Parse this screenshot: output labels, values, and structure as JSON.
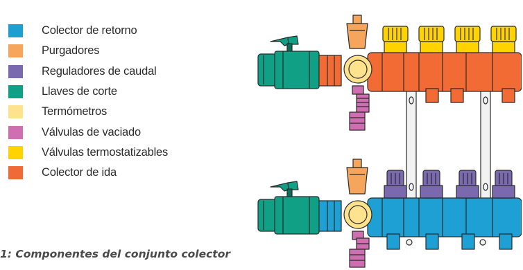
{
  "legend": [
    {
      "label": "Colector de retorno",
      "color": "#1f9ed1"
    },
    {
      "label": "Purgadores",
      "color": "#f6a65c"
    },
    {
      "label": "Reguladores de caudal",
      "color": "#7b69b0"
    },
    {
      "label": "Llaves de corte",
      "color": "#10a085"
    },
    {
      "label": "Termómetros",
      "color": "#ffe28d"
    },
    {
      "label": "Válvulas de vaciado",
      "color": "#cf6fb1"
    },
    {
      "label": "Válvulas termostatizables",
      "color": "#ffd300"
    },
    {
      "label": "Colector de ida",
      "color": "#f06a38"
    }
  ],
  "caption": "1: Componentes del conjunto colector",
  "colors": {
    "return": "#1fa0d4",
    "return_dark": "#14769d",
    "supply": "#f26b35",
    "supply_dark": "#b8441b",
    "purge": "#f6a65c",
    "regulator": "#7b69b0",
    "shutoff": "#10a085",
    "shutoff_dark": "#0a6e5b",
    "thermometer": "#ffe28d",
    "drain": "#cf6fb1",
    "thermostatic": "#ffd300",
    "thermostatic_dark": "#c9a400",
    "outline": "#2a2a2a"
  }
}
